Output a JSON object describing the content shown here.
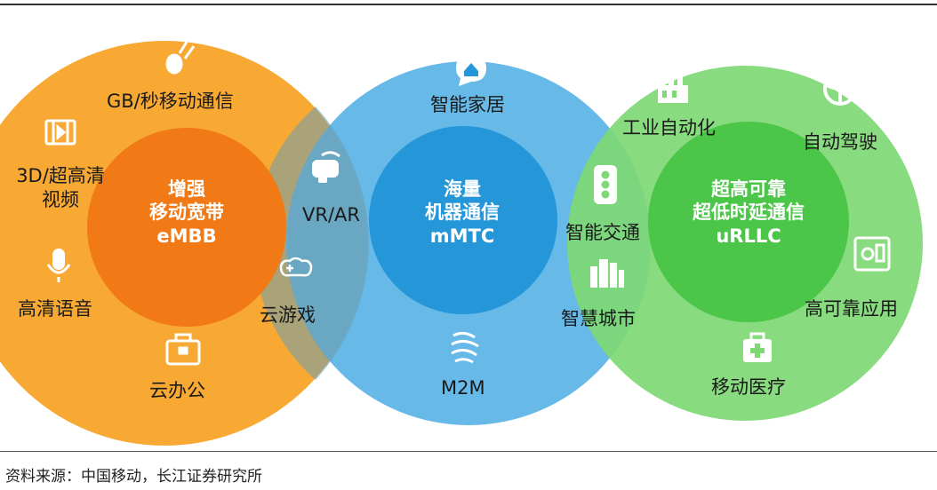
{
  "colors": {
    "orange_outer": "#F7A934",
    "orange_inner": "#F27A16",
    "blue_outer": "#5BB4E6",
    "blue_inner": "#2597D8",
    "green_outer": "#7ED873",
    "green_inner": "#4CC649"
  },
  "embb": {
    "core": [
      "增强",
      "移动宽带",
      "eMBB"
    ],
    "labels": [
      "GB/秒移动通信",
      "3D/超高清",
      "视频",
      "高清语音",
      "云办公",
      "云游戏"
    ]
  },
  "mmtc": {
    "core": [
      "海量",
      "机器通信",
      "mMTC"
    ],
    "labels": [
      "智能家居",
      "VR/AR",
      "M2M",
      "智能交通",
      "智慧城市"
    ]
  },
  "urllc": {
    "core": [
      "超高可靠",
      "超低时延通信",
      "uRLLC"
    ],
    "labels": [
      "工业自动化",
      "自动驾驶",
      "高可靠应用",
      "移动医疗"
    ]
  },
  "icons": [
    "rocket-icon",
    "film-icon",
    "microphone-icon",
    "briefcase-icon",
    "gamepad-icon",
    "home-icon",
    "vr-headset-icon",
    "satellite-icon",
    "traffic-light-icon",
    "city-buildings-icon",
    "factory-icon",
    "steering-wheel-icon",
    "safe-icon",
    "first-aid-icon"
  ],
  "footer": {
    "source": "资料来源：中国移动，长江证券研究所"
  }
}
